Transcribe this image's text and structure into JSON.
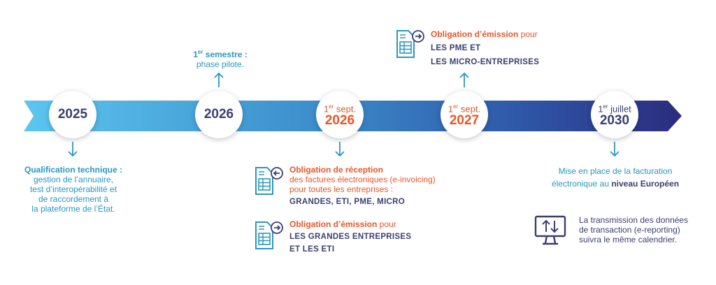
{
  "colors": {
    "teal": "#2a97c0",
    "orange": "#e8562a",
    "navy": "#3a3f70",
    "band_start": "#56c1ec",
    "band_end": "#2d2e80"
  },
  "milestones": {
    "m2025": {
      "year": "2025"
    },
    "m2026": {
      "year": "2026"
    },
    "m2026s": {
      "prefix_num": "1",
      "prefix_sup": "er",
      "prefix_rest": " sept.",
      "year": "2026"
    },
    "m2027": {
      "prefix_num": "1",
      "prefix_sup": "er",
      "prefix_rest": " sept.",
      "year": "2027"
    },
    "m2030": {
      "prefix_num": "1",
      "prefix_sup": "er",
      "prefix_rest": " juillet",
      "year": "2030"
    }
  },
  "blocks": {
    "qualification": {
      "title": "Qualification technique :",
      "lines": [
        "gestion de l’annuaire,",
        "test d’interopérabilité et",
        "de raccordement à",
        "la plateforme de l’État."
      ]
    },
    "semestre": {
      "title_num": "1",
      "title_sup": "er",
      "title_rest": " semestre :",
      "line": "phase pilote."
    },
    "reception": {
      "title": "Obligation de réception",
      "lines": [
        "des factures électroniques (e-invoicing)",
        "pour toutes les entreprises :"
      ],
      "caps": "GRANDES, ETI, PME, MICRO"
    },
    "emission_ge": {
      "title": "Obligation d’émission",
      "suffix": " pour",
      "caps1": "LES GRANDES ENTREPRISES",
      "caps2": "ET LES ETI"
    },
    "emission_pme": {
      "title": "Obligation d’émission",
      "suffix": " pour",
      "caps1": "LES PME ET",
      "caps2": "LES MICRO-ENTREPRISES"
    },
    "europe": {
      "line1": "Mise en place de la facturation",
      "line2_plain": "électronique au ",
      "line2_bold": "niveau Européen"
    },
    "reporting": {
      "lines": [
        "La transmission des données",
        "de transaction (e-reporting)",
        "suivra le même calendrier."
      ]
    }
  },
  "icons": [
    "invoice-receive-icon",
    "invoice-send-icon",
    "monitor-transfer-icon",
    "arrow-down-icon",
    "arrow-up-icon"
  ]
}
